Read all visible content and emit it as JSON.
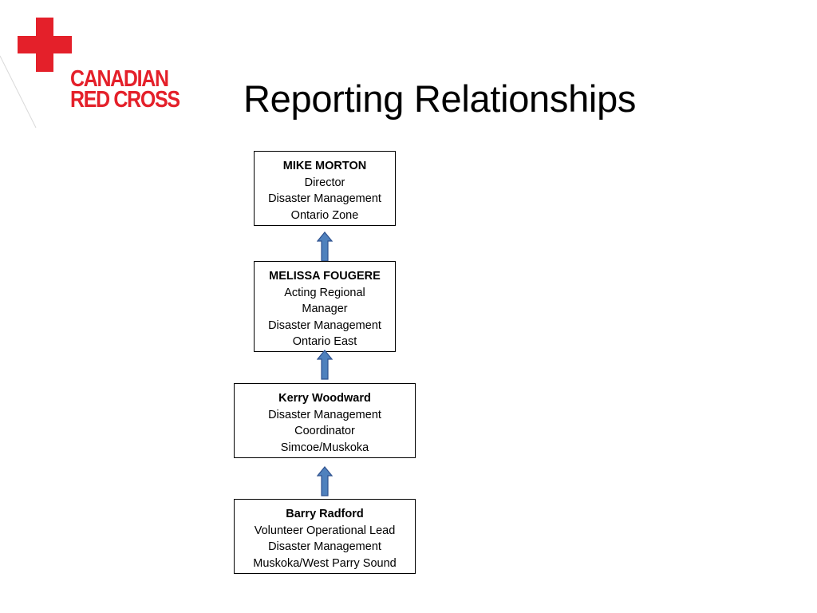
{
  "logo": {
    "line1": "CANADIAN",
    "line2": "RED CROSS",
    "brand_color": "#e4202a"
  },
  "title": "Reporting Relationships",
  "org_chart": {
    "boxes": [
      {
        "name": "MIKE MORTON",
        "lines": [
          "Director",
          "Disaster Management",
          "Ontario Zone"
        ]
      },
      {
        "name": "MELISSA FOUGERE",
        "lines": [
          "Acting Regional",
          "Manager",
          "Disaster Management",
          "Ontario East"
        ]
      },
      {
        "name": "Kerry Woodward",
        "lines": [
          "Disaster Management",
          "Coordinator",
          "Simcoe/Muskoka"
        ]
      },
      {
        "name": "Barry Radford",
        "lines": [
          "Volunteer Operational Lead",
          "Disaster Management",
          "Muskoka/West Parry Sound"
        ]
      }
    ],
    "arrow_color": "#4f81bd",
    "arrow_border_color": "#2f528f"
  }
}
